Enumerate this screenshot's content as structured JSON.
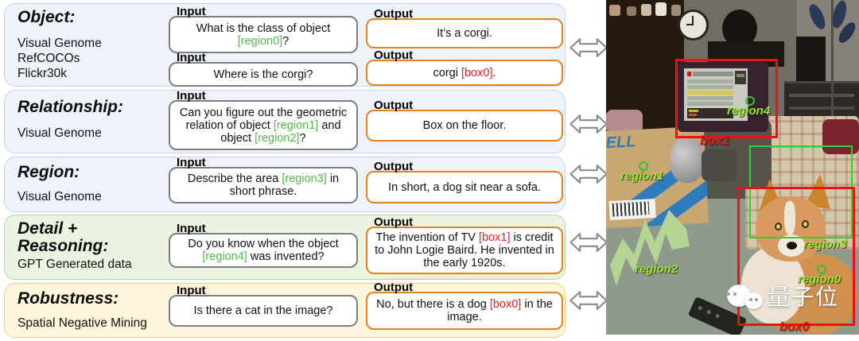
{
  "panel": {
    "input_label": "Input",
    "output_label": "Output",
    "sections": [
      {
        "title": "Object:",
        "sources": [
          "Visual Genome",
          "RefCOCOs",
          "Flickr30k"
        ],
        "qa": [
          {
            "input": [
              {
                "t": "What is the class of object "
              },
              {
                "t": "[region0]",
                "c": "green"
              },
              {
                "t": "?"
              }
            ],
            "output": [
              {
                "t": "It’s a corgi."
              }
            ]
          },
          {
            "input": [
              {
                "t": "Where is the corgi?"
              }
            ],
            "output": [
              {
                "t": "corgi "
              },
              {
                "t": "[box0]",
                "c": "red"
              },
              {
                "t": "."
              }
            ]
          }
        ]
      },
      {
        "title": "Relationship:",
        "sources": [
          "Visual Genome"
        ],
        "qa": [
          {
            "input": [
              {
                "t": "Can you figure out the geometric relation of object "
              },
              {
                "t": "[region1]",
                "c": "green"
              },
              {
                "t": " and object "
              },
              {
                "t": "[region2]",
                "c": "green"
              },
              {
                "t": "?"
              }
            ],
            "output": [
              {
                "t": "Box on the floor."
              }
            ]
          }
        ]
      },
      {
        "title": "Region:",
        "sources": [
          "Visual Genome"
        ],
        "qa": [
          {
            "input": [
              {
                "t": "Describe the area "
              },
              {
                "t": "[region3]",
                "c": "green"
              },
              {
                "t": " in short phrase."
              }
            ],
            "output": [
              {
                "t": "In short, a dog sit near a sofa."
              }
            ]
          }
        ]
      },
      {
        "title": "Detail +\nReasoning:",
        "sources": [
          "GPT Generated data"
        ],
        "qa": [
          {
            "input": [
              {
                "t": "Do you know when the object "
              },
              {
                "t": "[region4]",
                "c": "green"
              },
              {
                "t": " was invented?"
              }
            ],
            "output": [
              {
                "t": "The invention of TV "
              },
              {
                "t": "[box1]",
                "c": "red"
              },
              {
                "t": " is credit to John Logie Baird. He invented in the early 1920s."
              }
            ]
          }
        ]
      },
      {
        "title": "Robustness:",
        "sources": [
          "Spatial Negative Mining"
        ],
        "qa": [
          {
            "input": [
              {
                "t": "Is there a cat in the image?"
              }
            ],
            "output": [
              {
                "t": "No, but there is a dog "
              },
              {
                "t": "[box0]",
                "c": "red"
              },
              {
                "t": " in the image."
              }
            ]
          }
        ]
      }
    ]
  },
  "photo": {
    "dell_logo": "ELL",
    "watermark": "量子位",
    "labels": {
      "box0": "box0",
      "box1": "box1",
      "region0": "region0",
      "region1": "region1",
      "region2": "region2",
      "region3": "region3",
      "region4": "region4"
    }
  },
  "colors": {
    "region_text": "#55b54d",
    "box_text": "#ec1c1c",
    "output_border": "#e8821e",
    "photo_label_green": "#9ae234",
    "photo_box_red": "#ee1111"
  }
}
